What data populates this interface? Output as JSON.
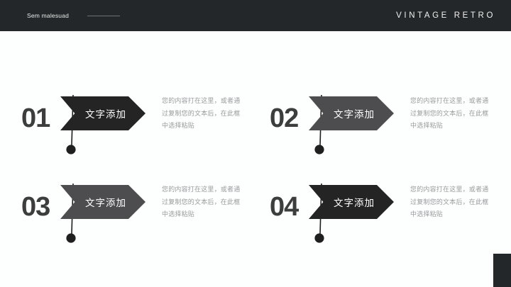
{
  "header": {
    "kicker": "Sem malesuad",
    "brand": "VINTAGE RETRO"
  },
  "colors": {
    "header_bg": "#242729",
    "page_bg": "#fdfefe",
    "arrow_dark": "#242424",
    "arrow_light": "#4d4d4f",
    "number": "#3d3d3d",
    "body_text": "#9a9a9c",
    "arrow_text": "#ffffff"
  },
  "items": [
    {
      "number": "01",
      "label": "文字添加",
      "body": "您的内容打在这里，或者通过复制您的文本后，在此框中选择粘贴",
      "tone": "dark"
    },
    {
      "number": "02",
      "label": "文字添加",
      "body": "您的内容打在这里，或者通过复制您的文本后，在此框中选择粘贴",
      "tone": "light"
    },
    {
      "number": "03",
      "label": "文字添加",
      "body": "您的内容打在这里，或者通过复制您的文本后，在此框中选择粘贴",
      "tone": "light"
    },
    {
      "number": "04",
      "label": "文字添加",
      "body": "您的内容打在这里，或者通过复制您的文本后，在此框中选择粘贴",
      "tone": "dark"
    }
  ]
}
